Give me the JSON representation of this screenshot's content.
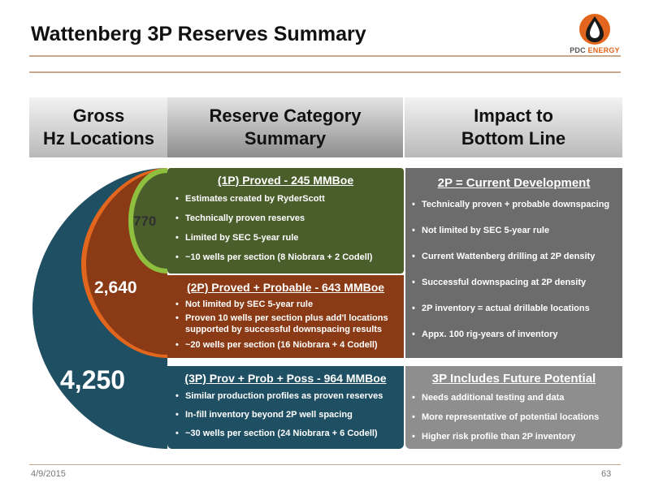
{
  "slide": {
    "title": "Wattenberg 3P Reserves Summary",
    "logo_text_1": "PDC",
    "logo_text_2": "ENERGY"
  },
  "headers": {
    "gross": "Gross\nHz Locations",
    "summary": "Reserve Category\nSummary",
    "impact": "Impact to\nBottom Line"
  },
  "locations": {
    "proved": "770",
    "probable": "2,640",
    "possible": "4,250"
  },
  "categories": [
    {
      "title": "(1P)  Proved - 245 MMBoe",
      "bullets": [
        "Estimates created by RyderScott",
        "Technically proven reserves",
        "Limited by SEC 5-year rule",
        "~10 wells per section (8 Niobrara + 2 Codell)"
      ]
    },
    {
      "title": "(2P) Proved + Probable - 643 MMBoe",
      "bullets": [
        "Not limited by SEC 5-year rule",
        "Proven 10 wells per section plus add'l locations supported by successful  downspacing results",
        "~20 wells per section (16 Niobrara + 4 Codell)"
      ]
    },
    {
      "title": "(3P) Prov + Prob + Poss - 964 MMBoe",
      "bullets": [
        "Similar production profiles as proven reserves",
        "In-fill inventory beyond 2P well spacing",
        "~30 wells per section (24 Niobrara + 6 Codell)"
      ]
    }
  ],
  "impacts": [
    {
      "title": "2P = Current Development",
      "bullets": [
        "Technically proven + probable downspacing",
        "Not limited by SEC 5-year rule",
        "Current Wattenberg drilling at 2P density",
        "Successful downspacing at 2P density",
        "2P inventory = actual drillable locations",
        "Appx. 100 rig-years of inventory"
      ]
    },
    {
      "title": "3P Includes Future Potential",
      "bullets": [
        "Needs additional testing and data",
        "More representative of potential locations",
        "Higher risk profile than 2P inventory"
      ]
    }
  ],
  "colors": {
    "proved": "#4a5e2c",
    "probable": "#8a3a14",
    "possible": "#1f4f63",
    "accent_orange": "#e2661d",
    "impact_gray": "#6c6c6c"
  },
  "footer": {
    "date": "4/9/2015",
    "page": "63"
  }
}
